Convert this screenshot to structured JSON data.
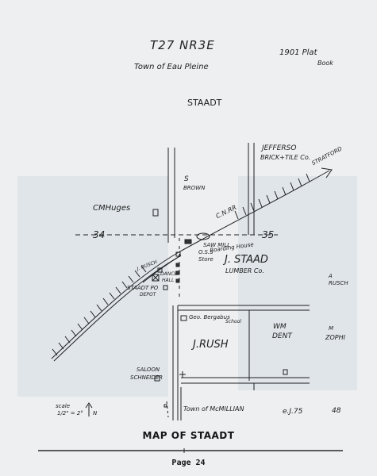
{
  "header": {
    "township": "T27 NR3E",
    "town": "Town of Eau Pleine",
    "plat_note_line1": "1901 Plat",
    "plat_note_line2": "Book",
    "place": "STAADT"
  },
  "map_labels": {
    "jefferson_line1": "JEFFERSO",
    "jefferson_line2": "BRICK+TILE Co.",
    "s_brown_line1": "S",
    "s_brown_line2": "BROWN",
    "cm_huges": "CMHuges",
    "to_stratford": "STRATFORD",
    "cnrr": "C.N.RR",
    "section_34": "34",
    "section_35": "35",
    "saw_mill": "SAW MILL",
    "oss": "O.S.S",
    "boarding_house": "Boarding House",
    "store": "Store",
    "j_staad": "J. STAAD",
    "lumber_co": "LUMBER Co.",
    "a_rusch_line1": "A",
    "a_rusch_line2": "RUSCH",
    "j_rusch_small": "J. RUSCH",
    "dance_hall_line1": "DANCE",
    "dance_hall_line2": "HALL",
    "staadt_po_line1": "STAADT PO",
    "staadt_po_line2": "DEPOT",
    "geo_bergabus": "Geo. Bergabus",
    "school": "School",
    "j_rush": "J.RUSH",
    "wm_dent_line1": "WM",
    "wm_dent_line2": "DENT",
    "m_zophi_line1": "M",
    "m_zophi_line2": "ZOPHI",
    "saloon_line1": "SALOON",
    "saloon_line2": "SCHNEIDER",
    "town_mcmillian": "Town of McMILLIAN",
    "scale_line1": "scale",
    "scale_line2": "1/2\" = 2°",
    "north_mark": "N",
    "initials": "e.J.75",
    "number_48": "48"
  },
  "caption": "MAP OF STAADT",
  "page_number": "Page 24"
}
